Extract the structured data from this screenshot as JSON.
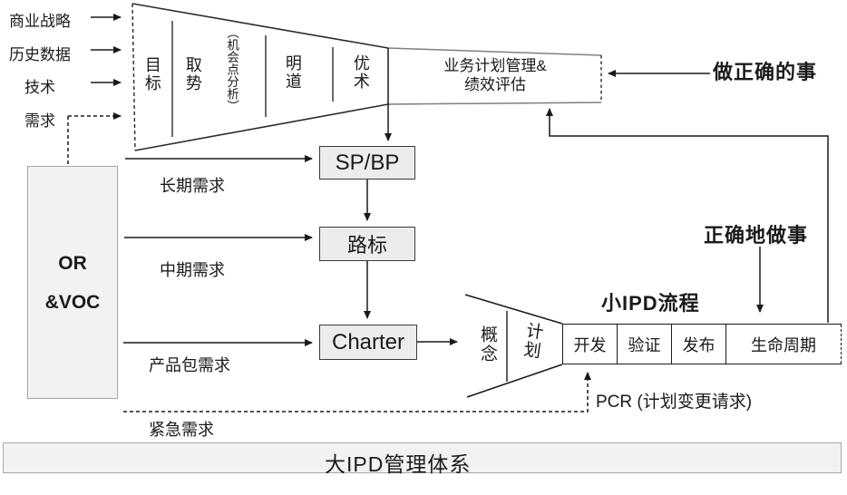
{
  "colors": {
    "box_fill": "#ececec",
    "panel_fill": "#f2f2f2",
    "panel_border": "#a6a6a6",
    "line": "#1a1a1a"
  },
  "inputs": {
    "items": [
      {
        "label": "商业战略"
      },
      {
        "label": "历史数据"
      },
      {
        "label": "技术"
      },
      {
        "label": "需求"
      }
    ]
  },
  "strategy_funnel": {
    "columns": [
      {
        "label": "目标"
      },
      {
        "label": "取势"
      },
      {
        "label": "（机会点分析）"
      },
      {
        "label": "明道"
      },
      {
        "label": "优术"
      }
    ],
    "channel_line1": "业务计划管理&",
    "channel_line2": "绩效评估"
  },
  "principles": {
    "do_right_things": "做正确的事",
    "do_things_right": "正确地做事"
  },
  "source_box": {
    "line1": "OR",
    "line2": "&VOC"
  },
  "flows": {
    "long_term": "长期需求",
    "mid_term": "中期需求",
    "product_package": "产品包需求",
    "urgent": "紧急需求"
  },
  "process_boxes": {
    "sp_bp": "SP/BP",
    "roadmap": "路标",
    "charter": "Charter"
  },
  "small_ipd": {
    "title": "小IPD流程",
    "concept": "概念",
    "plan": "计划",
    "stages": [
      {
        "label": "开发"
      },
      {
        "label": "验证"
      },
      {
        "label": "发布"
      },
      {
        "label": "生命周期"
      }
    ],
    "pcr": "PCR (计划变更请求)"
  },
  "footer": {
    "title": "大IPD管理体系"
  }
}
